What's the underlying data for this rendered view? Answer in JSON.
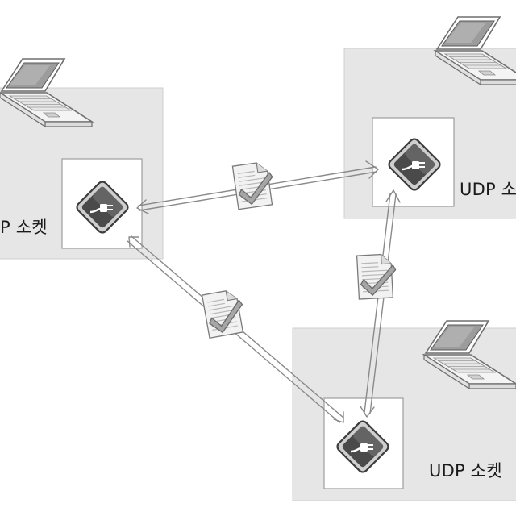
{
  "hosts": [
    {
      "id": "left",
      "label": "P 소켓"
    },
    {
      "id": "top-right",
      "label": "UDP 소"
    },
    {
      "id": "bottom-right",
      "label": "UDP 소켓"
    }
  ],
  "icons": {
    "computer": "laptop-icon",
    "socket": "socket-plug-icon",
    "datagram": "datagram-document-icon"
  },
  "colors": {
    "host_box": "#e6e6e6",
    "host_box_border": "#cfcfcf",
    "socket_box": "#ffffff",
    "arrow": "#8a8a8a"
  }
}
